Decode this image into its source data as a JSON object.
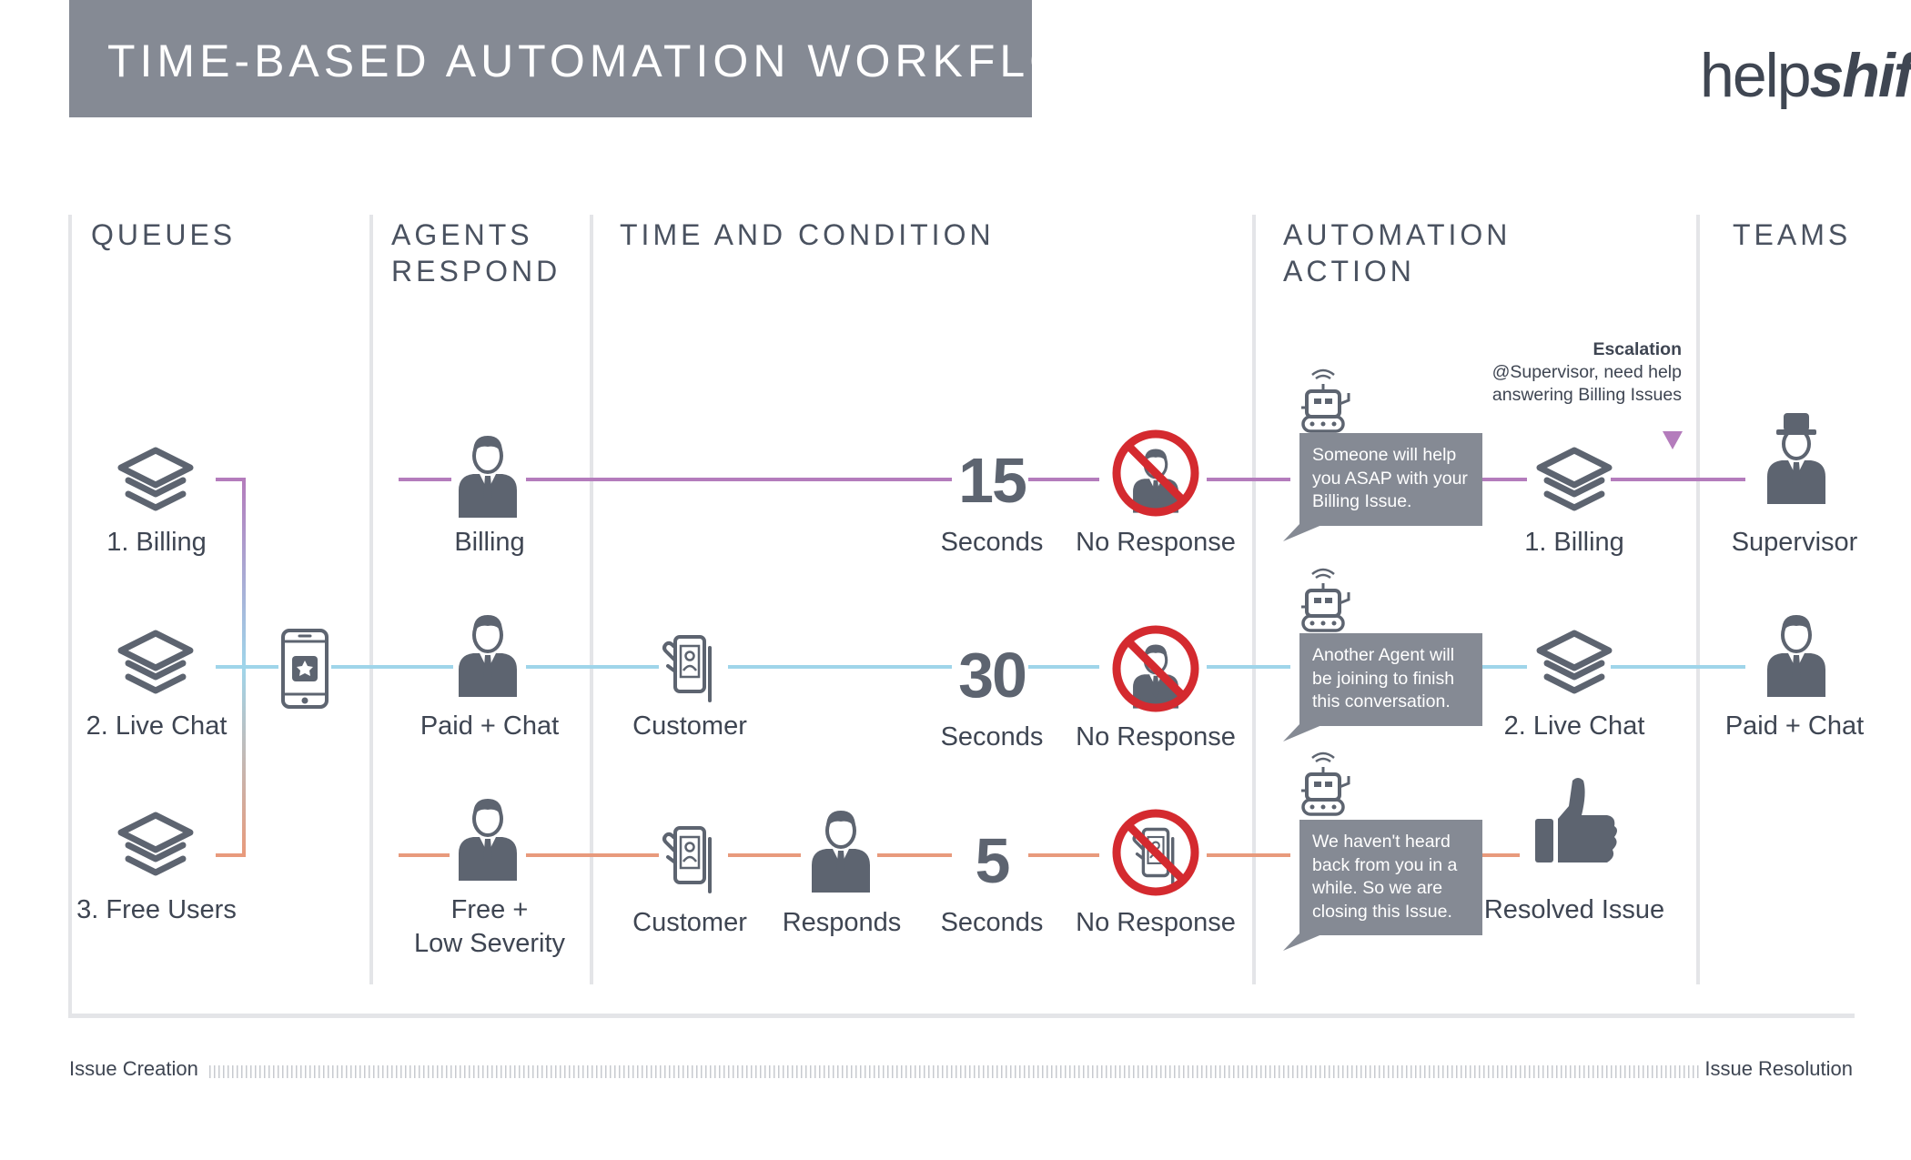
{
  "title": "TIME-BASED AUTOMATION WORKFLOW",
  "logo": {
    "light": "help",
    "bold": "shift"
  },
  "columns": {
    "queues": "QUEUES",
    "agents": [
      "AGENTS",
      "RESPOND"
    ],
    "time": "TIME AND CONDITION",
    "automation": [
      "AUTOMATION",
      "ACTION"
    ],
    "teams": "TEAMS"
  },
  "queues": [
    "1. Billing",
    "2. Live Chat",
    "3. Free Users"
  ],
  "agents": [
    "Billing",
    "Paid + Chat",
    [
      "Free +",
      "Low Severity"
    ]
  ],
  "customer_label": "Customer",
  "responds_label": "Responds",
  "timers": [
    {
      "value": "15",
      "unit": "Seconds"
    },
    {
      "value": "30",
      "unit": "Seconds"
    },
    {
      "value": "5",
      "unit": "Seconds"
    }
  ],
  "no_response_label": "No Response",
  "bubbles": [
    "Someone will help you ASAP with your Billing Issue.",
    "Another Agent will be joining to finish this conversation.",
    "We haven't heard back from you in a while. So we are closing this Issue."
  ],
  "escalation": {
    "title": "Escalation",
    "line1": "@Supervisor, need help",
    "line2": "answering Billing Issues"
  },
  "automation_queues": [
    "1. Billing",
    "2. Live Chat"
  ],
  "resolved_label": "Resolved Issue",
  "teams": [
    "Supervisor",
    "Paid + Chat"
  ],
  "footer": {
    "left": "Issue Creation",
    "right": "Issue Resolution"
  },
  "colors": {
    "billing": "#b47cbc",
    "chat": "#9fd5ea",
    "free": "#e89a7c",
    "gray": "#858a94",
    "red": "#d42a2f",
    "icon": "#5d6470"
  }
}
